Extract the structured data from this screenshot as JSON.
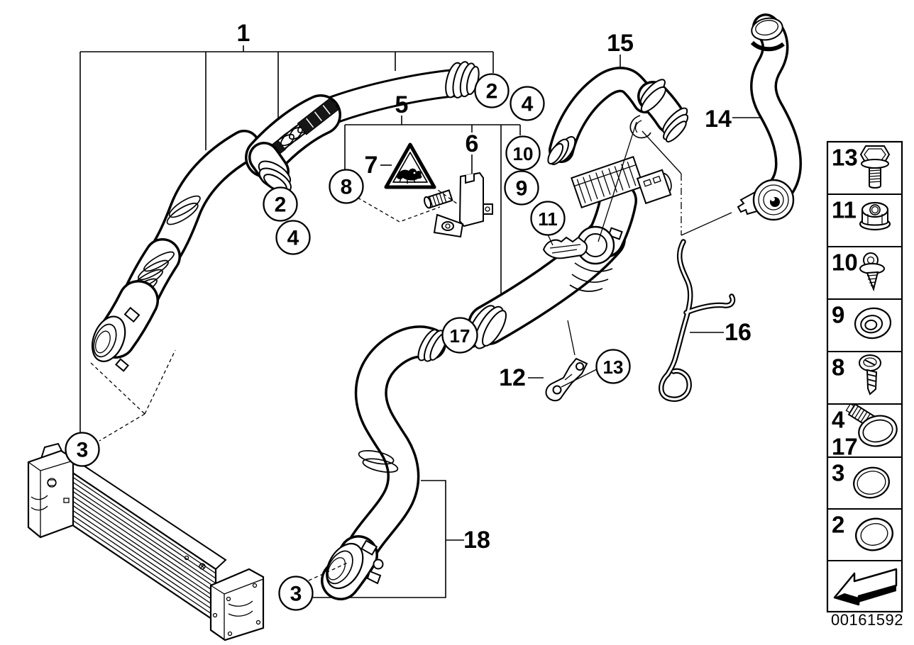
{
  "colors": {
    "line": "#000000",
    "background": "#ffffff"
  },
  "part_number": "00161592",
  "callouts": {
    "plain": {
      "l1": "1",
      "l5": "5",
      "l6": "6",
      "l7": "7",
      "l12": "12",
      "l14": "14",
      "l15": "15",
      "l16": "16",
      "l18": "18"
    },
    "circled": {
      "c2a": "2",
      "c4a": "4",
      "c2b": "2",
      "c4b": "4",
      "c8": "8",
      "c9": "9",
      "c10": "10",
      "c11": "11",
      "c13": "13",
      "c17": "17",
      "c3a": "3",
      "c3b": "3"
    }
  },
  "legend": {
    "rows": [
      {
        "labels": [
          "13"
        ],
        "icon": "flange-bolt-icon"
      },
      {
        "labels": [
          "11"
        ],
        "icon": "flange-nut-icon"
      },
      {
        "labels": [
          "10"
        ],
        "icon": "washer-screw-icon"
      },
      {
        "labels": [
          "9"
        ],
        "icon": "grommet-icon"
      },
      {
        "labels": [
          "8"
        ],
        "icon": "pan-head-screw-icon"
      },
      {
        "labels": [
          "4",
          "17"
        ],
        "icon": "hose-clamp-icon"
      },
      {
        "labels": [
          "3"
        ],
        "icon": "profile-gasket-icon"
      },
      {
        "labels": [
          "2"
        ],
        "icon": "o-ring-icon"
      },
      {
        "labels": [],
        "icon": "direction-arrow-icon"
      }
    ]
  }
}
